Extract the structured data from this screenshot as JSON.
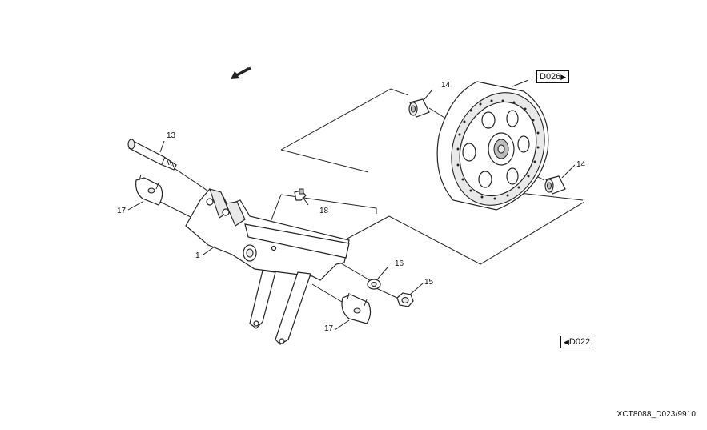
{
  "callouts": {
    "c1": "1",
    "c13": "13",
    "c14a": "14",
    "c14b": "14",
    "c15": "15",
    "c16": "16",
    "c17a": "17",
    "c17b": "17",
    "c18": "18"
  },
  "refs": {
    "next": "D026",
    "prev": "D022"
  },
  "footer": {
    "code": "XCT8088_D023/9910"
  },
  "icons": {
    "next_arrow": "triangle-right-icon",
    "prev_arrow": "triangle-left-icon",
    "direction": "direction-arrow-icon"
  }
}
